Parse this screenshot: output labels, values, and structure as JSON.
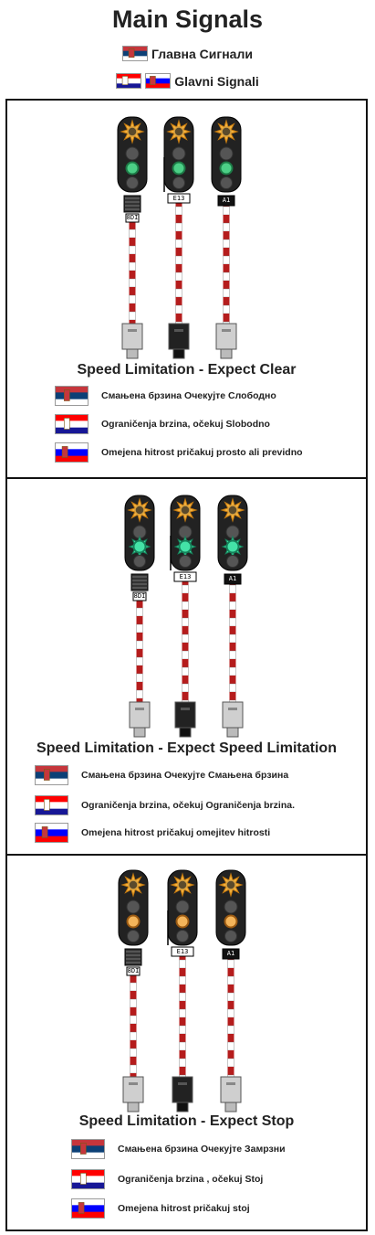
{
  "title": "Main Signals",
  "subtitles": [
    {
      "label": "Главна Сигнали",
      "flags": [
        "serbia"
      ]
    },
    {
      "label": "Glavni Signali",
      "flags": [
        "croatia",
        "slovenia"
      ]
    }
  ],
  "colors": {
    "serbia": [
      "#c6363c",
      "#0c4076",
      "#ffffff"
    ],
    "croatia": [
      "#ff0000",
      "#ffffff",
      "#171796"
    ],
    "slovenia": [
      "#ffffff",
      "#0000ff",
      "#ff0000"
    ],
    "lamp_green": "#3fbf7f",
    "lamp_yellow": "#f0a030",
    "head": "#222222"
  },
  "panels": [
    {
      "caption": "Speed Limitation - Expect Clear",
      "signals": [
        {
          "plate": "8DI",
          "lower_lamp": "green"
        },
        {
          "plate": "E13",
          "lower_lamp": "green"
        },
        {
          "plate": "A1",
          "lower_lamp": "green"
        }
      ],
      "rows": [
        {
          "flag": "serbia",
          "text": "Смањена брзина Очекујте Слободно"
        },
        {
          "flag": "croatia",
          "text": "Ograničenja brzina, očekuj Slobodno"
        },
        {
          "flag": "slovenia",
          "text": "Omejena hitrost pričakuj prosto ali previdno"
        }
      ]
    },
    {
      "caption": "Speed Limitation - Expect Speed Limitation",
      "signals": [
        {
          "plate": "8DI",
          "lower_lamp": "green-flash"
        },
        {
          "plate": "E13",
          "lower_lamp": "green-flash"
        },
        {
          "plate": "A1",
          "lower_lamp": "green-flash"
        }
      ],
      "rows": [
        {
          "flag": "serbia",
          "text": "Смањена брзина Очекујте Смањена брзина"
        },
        {
          "flag": "croatia",
          "text": "Ograničenja brzina, očekuj Ograničenja brzina."
        },
        {
          "flag": "slovenia",
          "text": "Omejena hitrost pričakuj omejitev hitrosti"
        }
      ]
    },
    {
      "caption": "Speed Limitation - Expect Stop",
      "signals": [
        {
          "plate": "8DI",
          "lower_lamp": "yellow"
        },
        {
          "plate": "E13",
          "lower_lamp": "yellow"
        },
        {
          "plate": "A1",
          "lower_lamp": "yellow"
        }
      ],
      "rows": [
        {
          "flag": "serbia",
          "text": "Смањена брзина Очекујте Замрзни"
        },
        {
          "flag": "croatia",
          "text": "Ograničenja brzina , očekuj Stoj"
        },
        {
          "flag": "slovenia",
          "text": "Omejena hitrost pričakuj stoj"
        }
      ]
    }
  ]
}
